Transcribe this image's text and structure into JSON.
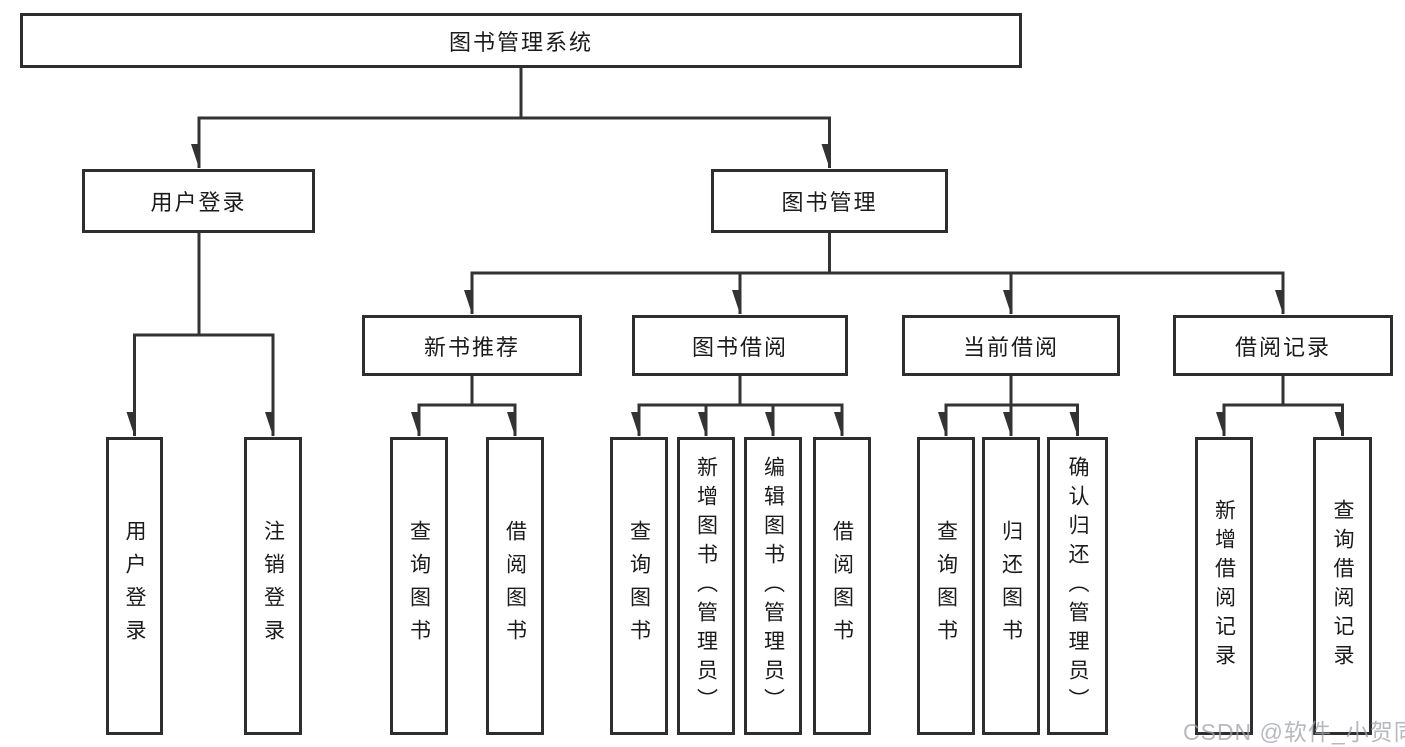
{
  "tree": {
    "label": "图书管理系统",
    "children": [
      {
        "label": "用户登录",
        "children": [
          {
            "label": "用户登录"
          },
          {
            "label": "注销登录"
          }
        ]
      },
      {
        "label": "图书管理",
        "children": [
          {
            "label": "新书推荐",
            "children": [
              {
                "label": "查询图书"
              },
              {
                "label": "借阅图书"
              }
            ]
          },
          {
            "label": "图书借阅",
            "children": [
              {
                "label": "查询图书"
              },
              {
                "label": "新增图书（管理员）"
              },
              {
                "label": "编辑图书（管理员）"
              },
              {
                "label": "借阅图书"
              }
            ]
          },
          {
            "label": "当前借阅",
            "children": [
              {
                "label": "查询图书"
              },
              {
                "label": "归还图书"
              },
              {
                "label": "确认归还（管理员）"
              }
            ]
          },
          {
            "label": "借阅记录",
            "children": [
              {
                "label": "新增借阅记录"
              },
              {
                "label": "查询借阅记录"
              }
            ]
          }
        ]
      }
    ]
  },
  "watermark": {
    "text": "CSDN @软件_小贺同学"
  },
  "colors": {
    "line": "#333333",
    "box_border": "#2e2e2e",
    "text": "#1b1b1b",
    "watermark": "#9ea2a8"
  }
}
